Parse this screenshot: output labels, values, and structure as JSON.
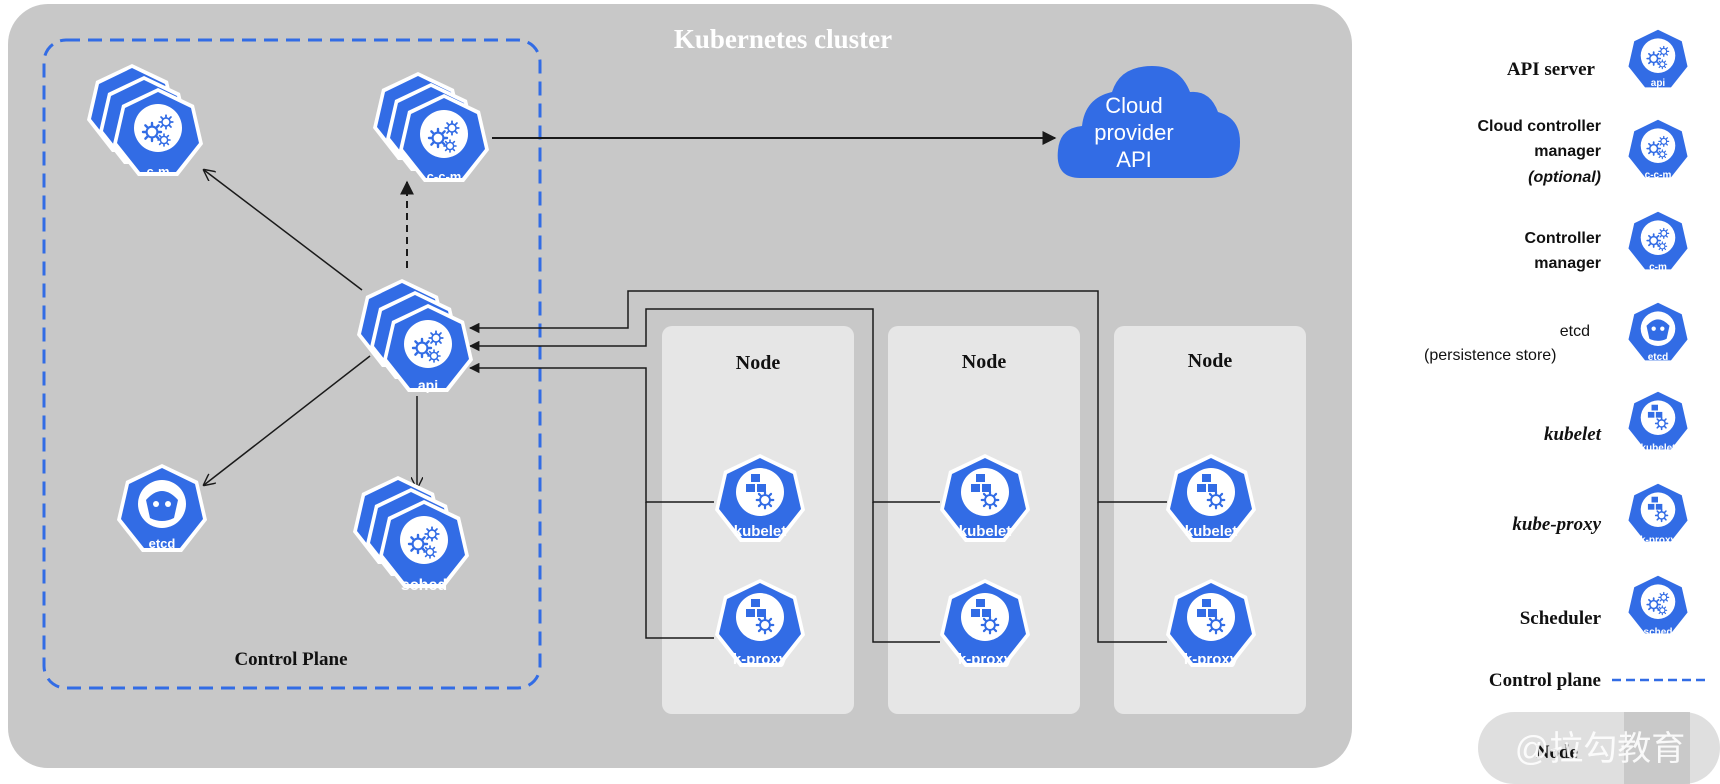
{
  "cluster": {
    "title": "Kubernetes cluster",
    "control_plane_label": "Control Plane"
  },
  "cloud": {
    "line1": "Cloud",
    "line2": "provider",
    "line3": "API"
  },
  "components": {
    "api": "api",
    "ccm": "c-c-m",
    "cm": "c-m",
    "etcd": "etcd",
    "sched": "sched",
    "kubelet": "kubelet",
    "kproxy": "k-proxy"
  },
  "nodes": [
    {
      "title": "Node"
    },
    {
      "title": "Node"
    },
    {
      "title": "Node"
    }
  ],
  "legend": {
    "api_server": "API server",
    "ccm_line1": "Cloud controller",
    "ccm_line2": "manager",
    "ccm_line3": "(optional)",
    "cm_line1": "Controller",
    "cm_line2": "manager",
    "etcd_line1": "etcd",
    "etcd_line2": "(persistence store)",
    "kubelet": "kubelet",
    "kube_proxy": "kube-proxy",
    "scheduler": "Scheduler",
    "control_plane": "Control plane",
    "node": "Node"
  },
  "watermark": "@拉勾教育",
  "colors": {
    "k8s_blue": "#326CE5",
    "cluster_bg": "#C8C8C8",
    "node_bg": "#E6E6E6",
    "line": "#1A1A1A"
  }
}
